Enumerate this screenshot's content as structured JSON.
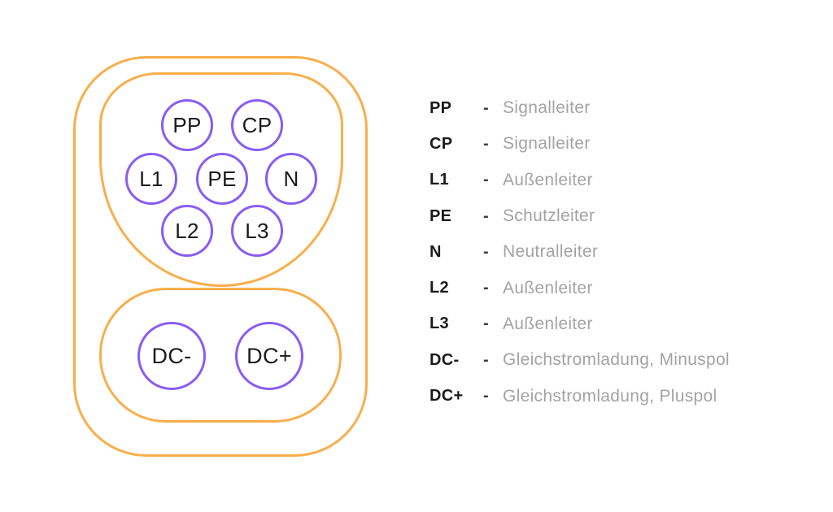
{
  "colors": {
    "background": "#ffffff",
    "connector_outline": "#F9AE4B",
    "pin_outline": "#8A5CF2",
    "pin_text": "#1B1B1D",
    "legend_pin_text": "#1B1B1D",
    "legend_dash": "#3C3C3C",
    "legend_description_text": "#A3A3A3"
  },
  "connector": {
    "ac_pins": [
      {
        "id": "pp",
        "label": "PP"
      },
      {
        "id": "cp",
        "label": "CP"
      },
      {
        "id": "l1",
        "label": "L1"
      },
      {
        "id": "pe",
        "label": "PE"
      },
      {
        "id": "n",
        "label": "N"
      },
      {
        "id": "l2",
        "label": "L2"
      },
      {
        "id": "l3",
        "label": "L3"
      }
    ],
    "dc_pins": [
      {
        "id": "dc-minus",
        "label": "DC-"
      },
      {
        "id": "dc-plus",
        "label": "DC+"
      }
    ]
  },
  "legend": {
    "separator": "-",
    "items": [
      {
        "pin": "PP",
        "description": "Signalleiter"
      },
      {
        "pin": "CP",
        "description": "Signalleiter"
      },
      {
        "pin": "L1",
        "description": "Außenleiter"
      },
      {
        "pin": "PE",
        "description": "Schutzleiter"
      },
      {
        "pin": "N",
        "description": "Neutralleiter"
      },
      {
        "pin": "L2",
        "description": "Außenleiter"
      },
      {
        "pin": "L3",
        "description": "Außenleiter"
      },
      {
        "pin": "DC-",
        "description": "Gleichstromladung, Minuspol"
      },
      {
        "pin": "DC+",
        "description": "Gleichstromladung, Pluspol"
      }
    ]
  }
}
